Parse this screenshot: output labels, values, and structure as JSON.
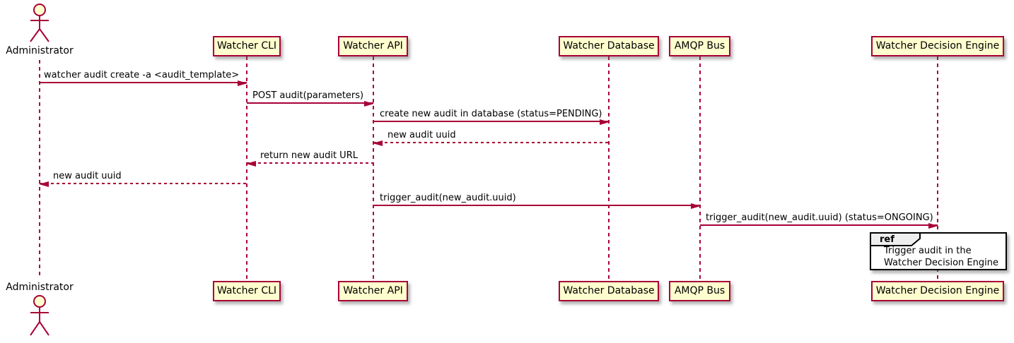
{
  "diagram": {
    "type": "sequence-diagram",
    "actor": {
      "label": "Administrator"
    },
    "participants": [
      {
        "label": "Watcher CLI"
      },
      {
        "label": "Watcher API"
      },
      {
        "label": "Watcher Database"
      },
      {
        "label": "AMQP Bus"
      },
      {
        "label": "Watcher Decision Engine"
      }
    ],
    "messages": [
      {
        "label": "watcher audit create -a <audit_template>",
        "from": "Administrator",
        "to": "Watcher CLI",
        "line": "solid",
        "direction": "right"
      },
      {
        "label": "POST audit(parameters)",
        "from": "Watcher CLI",
        "to": "Watcher API",
        "line": "solid",
        "direction": "right"
      },
      {
        "label": "create new audit in database (status=PENDING)",
        "from": "Watcher API",
        "to": "Watcher Database",
        "line": "solid",
        "direction": "right"
      },
      {
        "label": "new audit uuid",
        "from": "Watcher Database",
        "to": "Watcher API",
        "line": "dashed",
        "direction": "left"
      },
      {
        "label": "return new audit URL",
        "from": "Watcher API",
        "to": "Watcher CLI",
        "line": "dashed",
        "direction": "left"
      },
      {
        "label": "new audit uuid",
        "from": "Watcher CLI",
        "to": "Administrator",
        "line": "dashed",
        "direction": "left"
      },
      {
        "label": "trigger_audit(new_audit.uuid)",
        "from": "Watcher API",
        "to": "AMQP Bus",
        "line": "solid",
        "direction": "right"
      },
      {
        "label": "trigger_audit(new_audit.uuid) (status=ONGOING)",
        "from": "AMQP Bus",
        "to": "Watcher Decision Engine",
        "line": "solid",
        "direction": "right"
      }
    ],
    "ref": {
      "keyword": "ref",
      "line1": "Trigger audit in the",
      "line2": "Watcher Decision Engine"
    },
    "colors": {
      "participant_fill": "#FEFECE",
      "participant_border": "#A80036",
      "line_color": "#A80036",
      "text_color": "#000000",
      "ref_header_fill": "#EEEEEE",
      "ref_border": "#000000"
    }
  }
}
